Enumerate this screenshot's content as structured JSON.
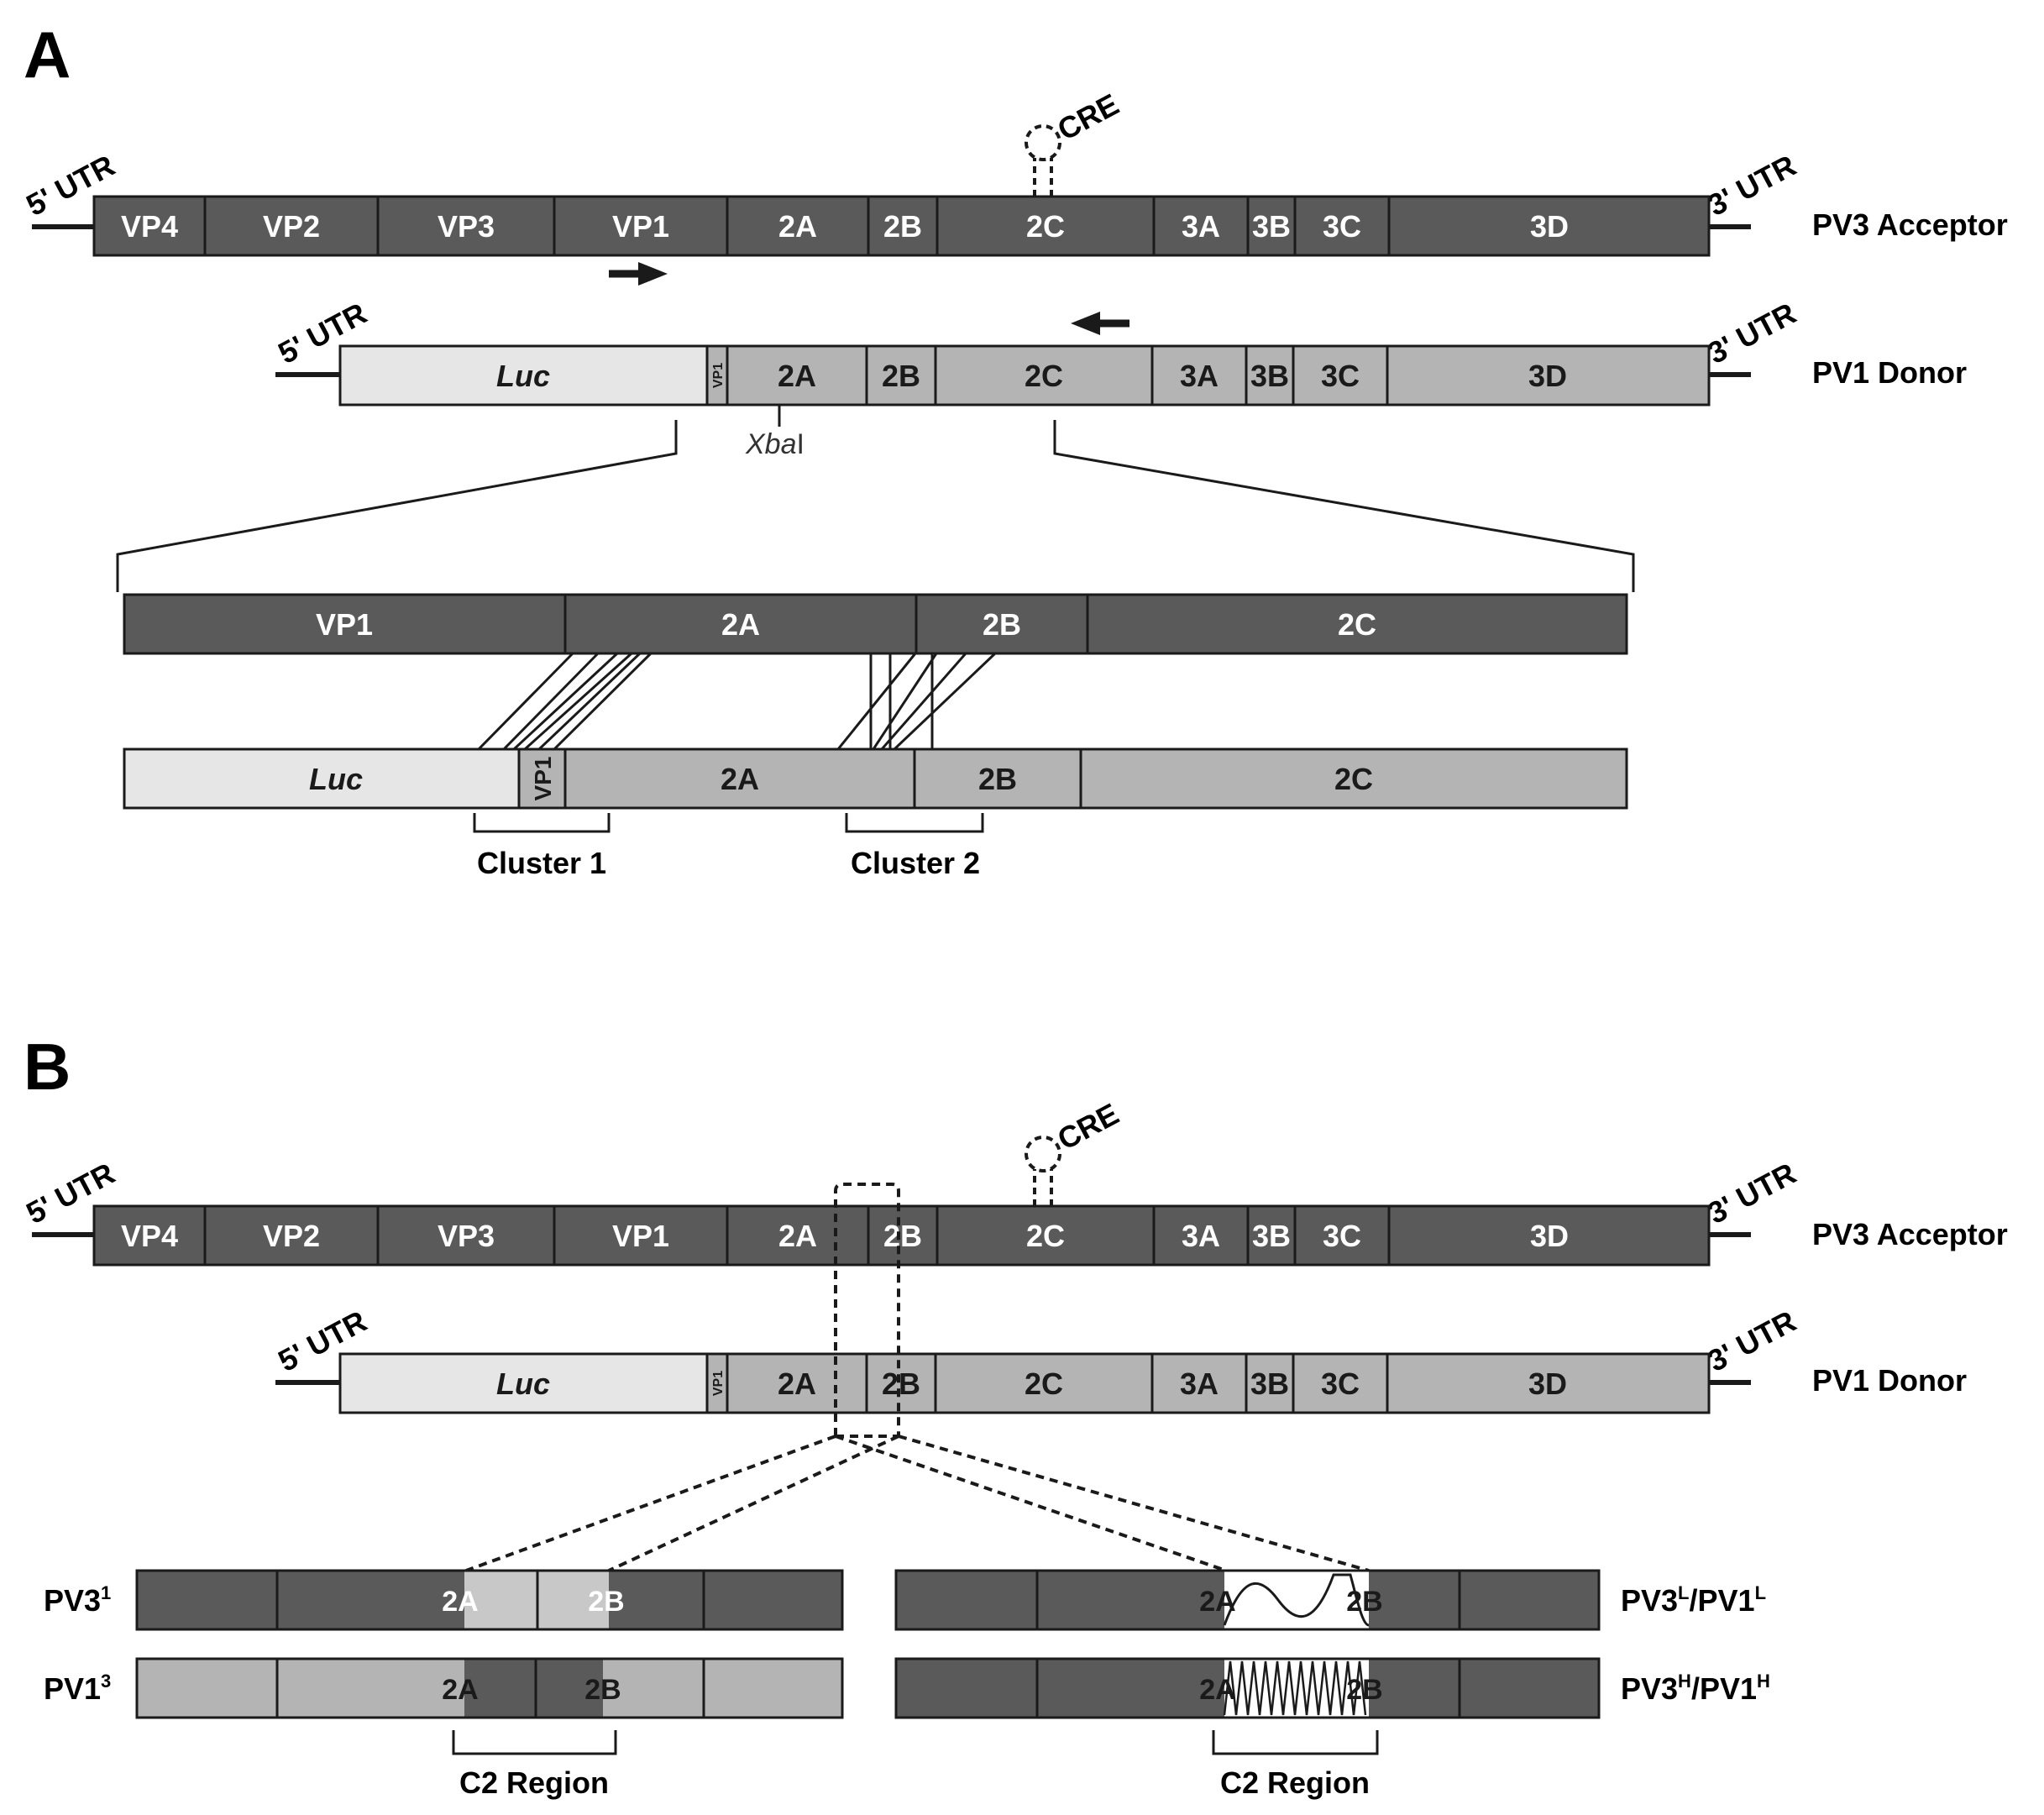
{
  "colors": {
    "acceptor_fill": "#5a5a5a",
    "acceptor_text": "#ffffff",
    "donor_fill": "#b4b4b4",
    "luc_fill": "#e6e6e6",
    "highlight_fill": "#c8c8c8",
    "line": "#1a1a1a"
  },
  "panels": [
    {
      "label": "A"
    },
    {
      "label": "B"
    }
  ],
  "utr": {
    "five": "5' UTR",
    "three": "3' UTR"
  },
  "cre_label": "CRE",
  "genomes": {
    "acceptor": {
      "name": "PV3 Acceptor",
      "segments": [
        "VP4",
        "VP2",
        "VP3",
        "VP1",
        "2A",
        "2B",
        "2C",
        "3A",
        "3B",
        "3C",
        "3D"
      ]
    },
    "donor": {
      "name": "PV1 Donor",
      "segments": [
        "Luc",
        "VP1",
        "2A",
        "2B",
        "2C",
        "3A",
        "3B",
        "3C",
        "3D"
      ]
    }
  },
  "restriction_site": {
    "italic": "Xba",
    "roman": "I"
  },
  "expanded_region": {
    "acceptor_segments": [
      "VP1",
      "2A",
      "2B",
      "2C"
    ],
    "donor_segments": [
      "Luc",
      "VP1",
      "2A",
      "2B",
      "2C"
    ],
    "clusters": [
      "Cluster 1",
      "Cluster 2"
    ]
  },
  "constructs": {
    "left": [
      {
        "name": "PV3",
        "sup": "1",
        "labels": [
          "2A",
          "2B"
        ]
      },
      {
        "name": "PV1",
        "sup": "3",
        "labels": [
          "2A",
          "2B"
        ]
      }
    ],
    "right": [
      {
        "name_a": "PV3",
        "sup_a": "L",
        "name_b": "PV1",
        "sup_b": "L",
        "labels": [
          "2A",
          "2B"
        ]
      },
      {
        "name_a": "PV3",
        "sup_a": "H",
        "name_b": "PV1",
        "sup_b": "H",
        "labels": [
          "2A",
          "2B"
        ]
      }
    ],
    "region_label": "C2 Region"
  }
}
